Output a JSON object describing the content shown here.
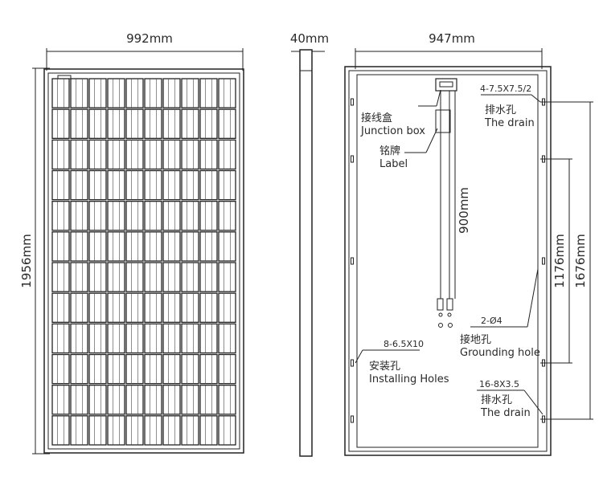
{
  "front_view": {
    "width_label": "992mm",
    "height_label": "1956mm",
    "grid": {
      "columns": 10,
      "rows": 12
    }
  },
  "side_view": {
    "thickness_label": "40mm"
  },
  "back_view": {
    "width_label": "947mm",
    "cable_length_label": "900mm",
    "hole_spacing_inner_label": "1176mm",
    "hole_spacing_outer_label": "1676mm",
    "top_drain_spec": "4-7.5X7.5/2",
    "top_drain_cn": "排水孔",
    "top_drain_en": "The drain",
    "junction_box_cn": "接线盒",
    "junction_box_en": "Junction box",
    "label_cn": "铭牌",
    "label_en": "Label",
    "grounding_spec": "2-Ø4",
    "grounding_cn": "接地孔",
    "grounding_en": "Grounding hole",
    "installing_spec": "8-6.5X10",
    "installing_cn": "安装孔",
    "installing_en": "Installing Holes",
    "bottom_drain_spec": "16-8X3.5",
    "bottom_drain_cn": "排水孔",
    "bottom_drain_en": "The drain"
  }
}
